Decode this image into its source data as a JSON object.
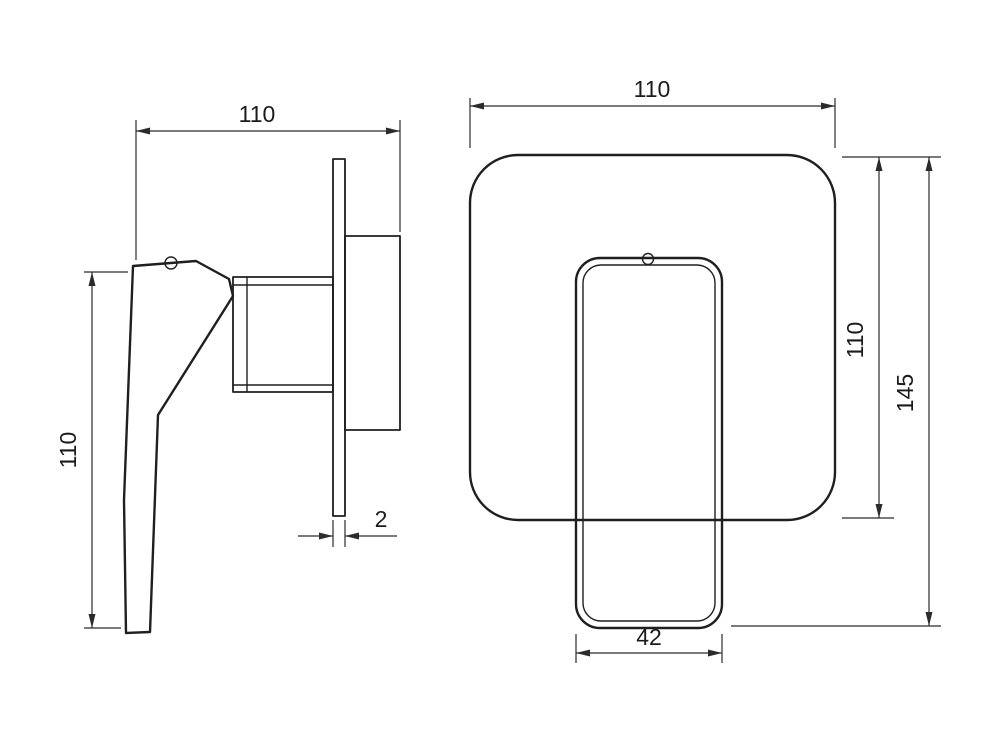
{
  "drawing": {
    "side_view": {
      "top_width_label": "110",
      "height_label": "110",
      "plate_thickness_label": "2"
    },
    "front_view": {
      "width_label": "110",
      "plate_height_label": "110",
      "overall_height_label": "145",
      "handle_width_label": "42"
    }
  },
  "colors": {
    "line": "#1f1f1f",
    "background": "#ffffff"
  }
}
